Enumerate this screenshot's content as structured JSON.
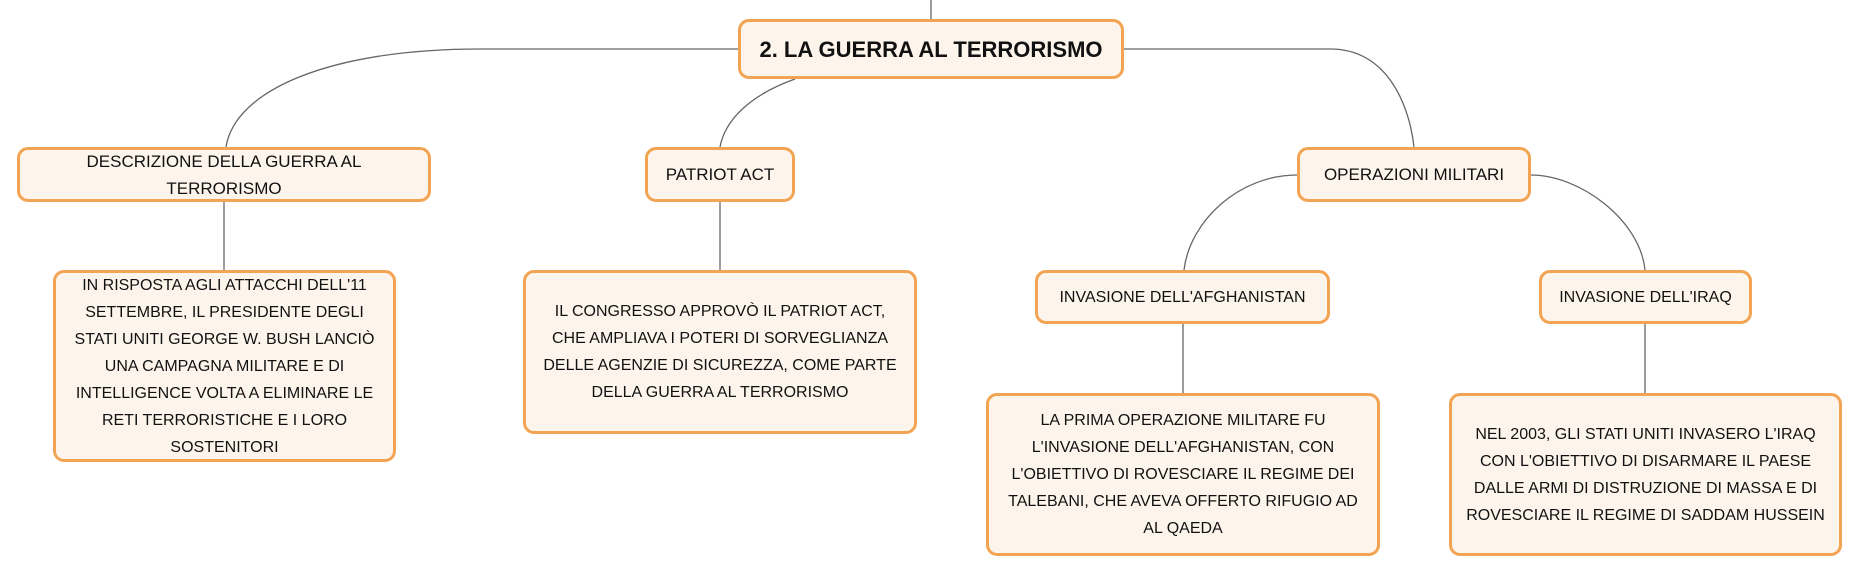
{
  "root": {
    "label": "2. LA GUERRA AL TERRORISMO"
  },
  "branches": [
    {
      "label": "DESCRIZIONE DELLA GUERRA AL TERRORISMO",
      "detail": "IN RISPOSTA AGLI ATTACCHI DELL'11 SETTEMBRE, IL PRESIDENTE DEGLI STATI UNITI GEORGE W. BUSH LANCIÒ UNA CAMPAGNA MILITARE E DI INTELLIGENCE VOLTA A ELIMINARE LE RETI TERRORISTICHE E I LORO SOSTENITORI"
    },
    {
      "label": "PATRIOT ACT",
      "detail": "IL CONGRESSO APPROVÒ IL PATRIOT ACT, CHE AMPLIAVA I POTERI DI SORVEGLIANZA DELLE AGENZIE DI SICUREZZA, COME PARTE DELLA GUERRA AL TERRORISMO"
    },
    {
      "label": "OPERAZIONI MILITARI",
      "children": [
        {
          "label": "INVASIONE DELL'AFGHANISTAN",
          "detail": "LA PRIMA OPERAZIONE MILITARE FU L'INVASIONE DELL'AFGHANISTAN, CON L'OBIETTIVO DI ROVESCIARE IL REGIME DEI TALEBANI, CHE AVEVA OFFERTO RIFUGIO AD AL QAEDA"
        },
        {
          "label": "INVASIONE DELL'IRAQ",
          "detail": "NEL 2003, GLI STATI UNITI INVASERO L'IRAQ CON L'OBIETTIVO DI DISARMARE IL PAESE DALLE ARMI DI DISTRUZIONE DI MASSA E DI ROVESCIARE IL REGIME DI SADDAM HUSSEIN"
        }
      ]
    }
  ],
  "colors": {
    "border": "#f2a453",
    "fill": "#fdf5ec",
    "line": "#666666"
  }
}
